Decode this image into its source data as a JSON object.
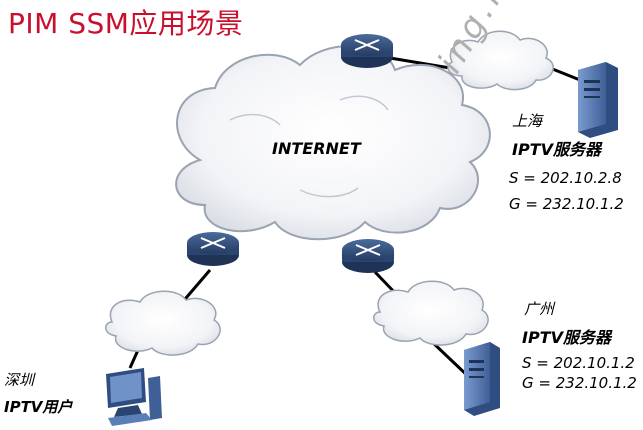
{
  "title": "PIM SSM应用场景",
  "internet_label": "INTERNET",
  "shanghai": {
    "city": "上海",
    "server": "IPTV服务器",
    "source": "S = 202.10.2.8",
    "group": "G = 232.10.1.2"
  },
  "guangzhou": {
    "city": "广州",
    "server": "IPTV服务器",
    "source": "S = 202.10.1.2",
    "group": "G = 232.10.1.2"
  },
  "shenzhen": {
    "city": "深圳",
    "user": "IPTV用户"
  },
  "watermark": "ing.huawei.c",
  "colors": {
    "title": "#c8102e",
    "router": "#2f4d7a",
    "cloud_edge": "#9aa3b2",
    "server": "#5a7fb8"
  }
}
